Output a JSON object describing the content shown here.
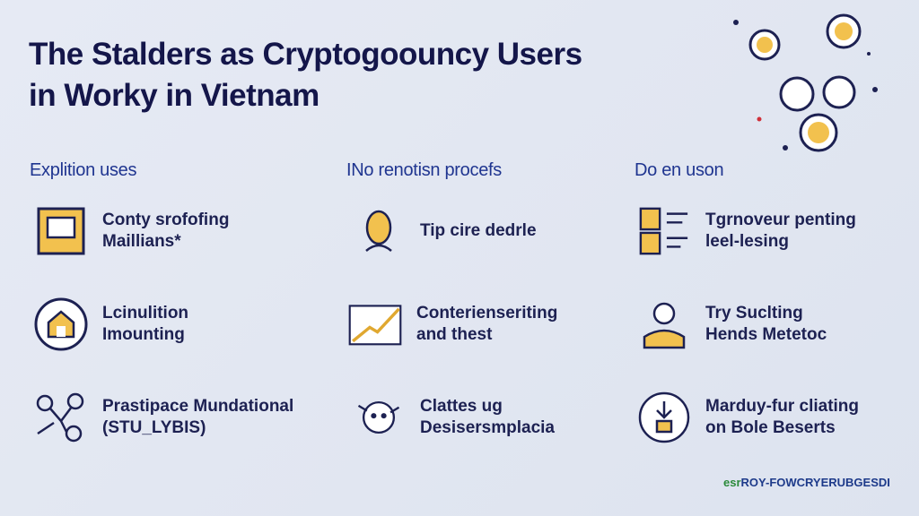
{
  "title": {
    "line1": "The Stalders as Cryptogoouncy Users",
    "line2": "in Worky in Vietnam"
  },
  "columns": [
    {
      "heading": "Explition uses",
      "items": [
        {
          "icon": "monitor-icon",
          "line1": "Conty srofofing",
          "line2": "Maillians*"
        },
        {
          "icon": "house-icon",
          "line1": "Lcinulition",
          "line2": "Imounting"
        },
        {
          "icon": "network-icon",
          "line1": "Prastipace Mundational",
          "line2": "(STU_LYBIS)"
        }
      ]
    },
    {
      "heading": "INo renotisn procefs",
      "items": [
        {
          "icon": "bulb-icon",
          "line1": "Tip cire dedrle",
          "line2": ""
        },
        {
          "icon": "trend-chart-icon",
          "line1": "Conterienseriting",
          "line2": "and thest"
        },
        {
          "icon": "character-icon",
          "line1": "Clattes ug",
          "line2": "Desisersmplacia"
        }
      ]
    },
    {
      "heading": "Do en uson",
      "items": [
        {
          "icon": "documents-icon",
          "line1": "Tgrnoveur penting",
          "line2": "leel-lesing"
        },
        {
          "icon": "person-icon",
          "line1": "Try Suclting",
          "line2": "Hends Metetoc"
        },
        {
          "icon": "download-circle-icon",
          "line1": "Marduy-fur cliating",
          "line2": "on Bole Beserts"
        }
      ]
    }
  ],
  "footer": {
    "prefix": "esr",
    "text": "ROY-FOWCRYERUBGESDI"
  },
  "colors": {
    "title": "#14164a",
    "heading": "#1f3590",
    "accent": "#f2c14e"
  }
}
